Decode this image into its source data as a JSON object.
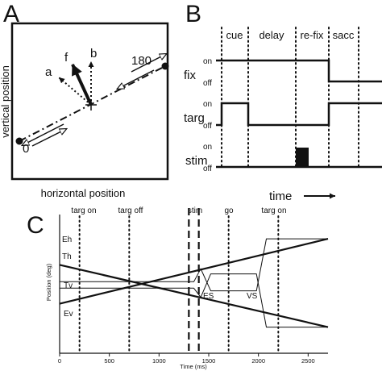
{
  "panel_a": {
    "letter": "A",
    "x_axis_label": "horizontal position",
    "y_axis_label": "vertical position",
    "target_left_label": "0",
    "target_right_label": "180",
    "vector_labels": {
      "a": "a",
      "b": "b",
      "f": "f"
    }
  },
  "panel_b": {
    "letter": "B",
    "epochs": [
      "cue",
      "delay",
      "re-fix",
      "sacc"
    ],
    "traces": [
      {
        "name": "fix",
        "on": "on",
        "off": "off"
      },
      {
        "name": "targ",
        "on": "on",
        "off": "off"
      },
      {
        "name": "stim",
        "on": "on",
        "off": "off"
      }
    ],
    "time_label": "time"
  },
  "panel_c": {
    "letter": "C",
    "event_labels": [
      "targ on",
      "targ off",
      "stim",
      "go",
      "targ on"
    ],
    "trace_labels": [
      "Eh",
      "Th",
      "Tv",
      "Ev"
    ],
    "saccade_labels": [
      "ES",
      "VS"
    ],
    "chart_data": {
      "type": "line",
      "xlabel": "Time (ms)",
      "ylabel": "Position (deg)",
      "xlim": [
        0,
        2700
      ],
      "x_ticks": [
        0,
        500,
        1000,
        1500,
        2000,
        2500
      ],
      "event_times": [
        200,
        700,
        1300,
        1700,
        2200
      ],
      "stim_window": [
        1300,
        1400
      ],
      "series": [
        {
          "name": "Th",
          "points": [
            [
              0,
              0.35
            ],
            [
              2700,
              0.85
            ]
          ]
        },
        {
          "name": "Tv",
          "points": [
            [
              0,
              0.65
            ],
            [
              2700,
              0.17
            ]
          ]
        },
        {
          "name": "Eh",
          "points": [
            [
              0,
              0.52
            ],
            [
              1350,
              0.52
            ],
            [
              1420,
              0.62
            ],
            [
              1520,
              0.45
            ],
            [
              1980,
              0.45
            ],
            [
              2080,
              0.85
            ],
            [
              2700,
              0.85
            ]
          ]
        },
        {
          "name": "Ev",
          "points": [
            [
              0,
              0.47
            ],
            [
              1350,
              0.47
            ],
            [
              1420,
              0.4
            ],
            [
              1520,
              0.58
            ],
            [
              1980,
              0.58
            ],
            [
              2080,
              0.17
            ],
            [
              2700,
              0.17
            ]
          ]
        }
      ]
    }
  }
}
